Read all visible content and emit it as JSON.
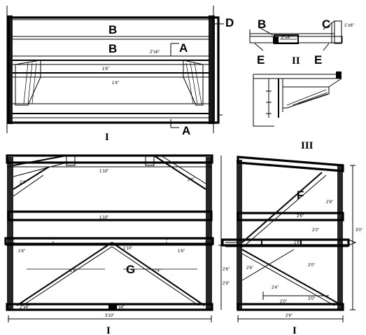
{
  "labels": {
    "B_top": "B",
    "B_mid": "B",
    "D": "D",
    "A_top": "A",
    "A_bottom": "A",
    "C": "C",
    "B_detail": "B",
    "E_left": "E",
    "E_right": "E",
    "F": "F",
    "G": "G"
  },
  "figures": {
    "fig1": "I",
    "fig2": "II",
    "fig3": "III",
    "fig4": "I",
    "fig5": "I"
  }
}
